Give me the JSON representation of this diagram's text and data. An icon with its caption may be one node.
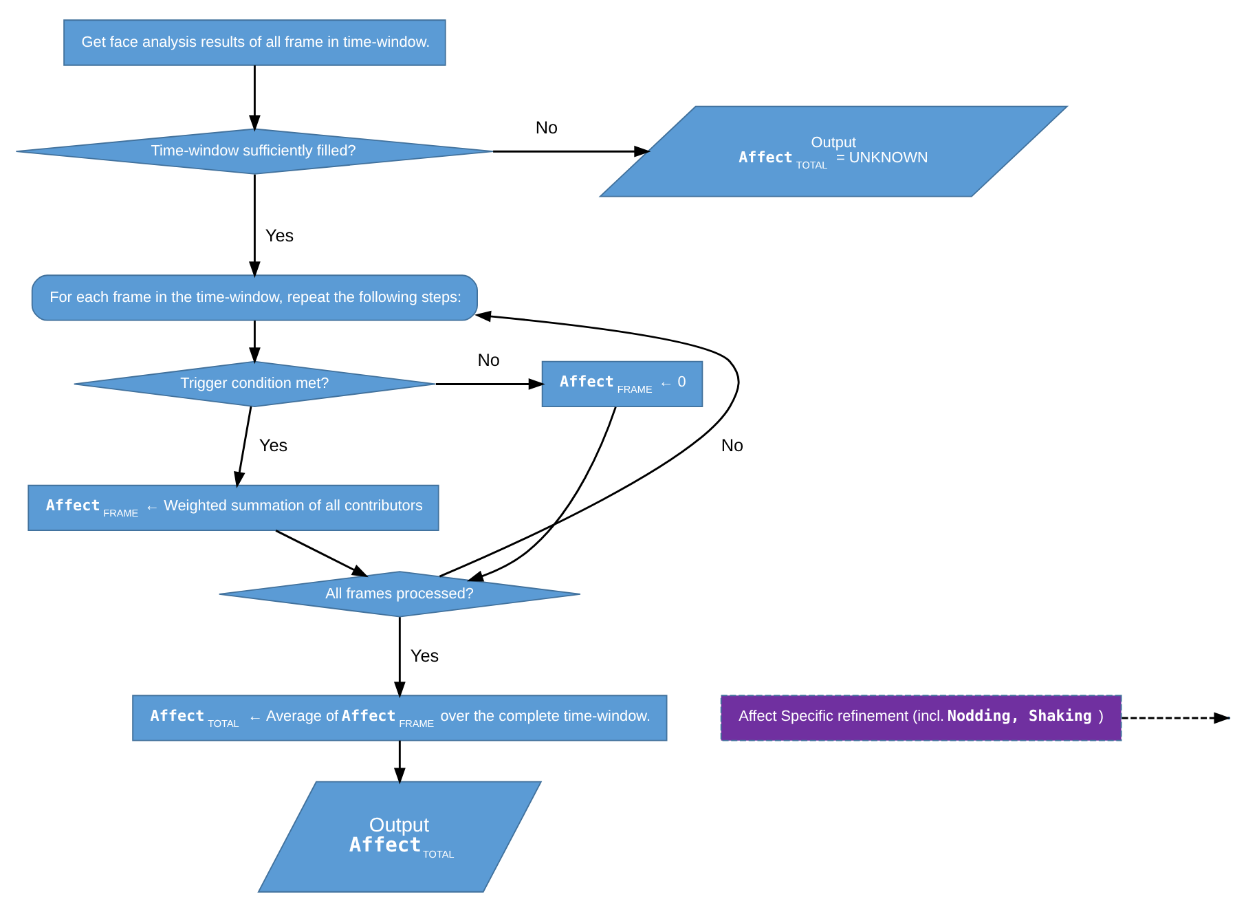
{
  "diagram": {
    "nodes": [
      {
        "text": [
          "Get face analysis results of all frame in time-window."
        ]
      },
      {
        "text": [
          "Time-window sufficiently filled?"
        ]
      },
      {
        "text": [
          "Output",
          "**Affect**$_{TOTAL}$ = UNKNOWN"
        ]
      },
      {
        "text": [
          "For each frame in the time-window, repeat the following steps:"
        ]
      },
      {
        "text": [
          "Trigger condition met?"
        ]
      },
      {
        "text": [
          "**Affect**$_{FRAME}$ ← 0"
        ]
      },
      {
        "text": [
          "**Affect**$_{FRAME}$ ← Weighted summation of all contributors"
        ]
      },
      {
        "text": [
          "All frames processed?"
        ]
      },
      {
        "text": [
          "**Affect**$_{TOTAL}$ ← Average of **Affect**$_{FRAME}$ over the complete time-window."
        ]
      },
      {
        "text": [
          "Affect Specific refinement (incl. **Nodding, Shaking**)"
        ]
      },
      {
        "text": [
          "Output",
          "**Affect**$_{TOTAL}$"
        ]
      }
    ],
    "edges": [
      {
        "from": 0,
        "to": 1,
        "arrow": "to"
      },
      {
        "from": 1,
        "to": 2,
        "arrow": "to",
        "label": "No"
      },
      {
        "from": 1,
        "to": 3,
        "arrow": "to",
        "label": "Yes"
      },
      {
        "from": 3,
        "to": 4,
        "arrow": "to"
      },
      {
        "from": 4,
        "to": 5,
        "arrow": "to",
        "label": "No"
      },
      {
        "from": 4,
        "to": 6,
        "arrow": "to",
        "label": "Yes"
      },
      {
        "from": 5,
        "to": 7,
        "arrow": "to"
      },
      {
        "from": 6,
        "to": 7,
        "arrow": "to"
      },
      {
        "from": 7,
        "to": 3,
        "arrow": "to",
        "label": "No"
      },
      {
        "from": 7,
        "to": 8,
        "arrow": "to",
        "label": "Yes"
      },
      {
        "from": 8,
        "to": 10,
        "arrow": "to"
      },
      {
        "from": 9,
        "to": null,
        "arrow": "to",
        "style": "dashed"
      }
    ]
  }
}
